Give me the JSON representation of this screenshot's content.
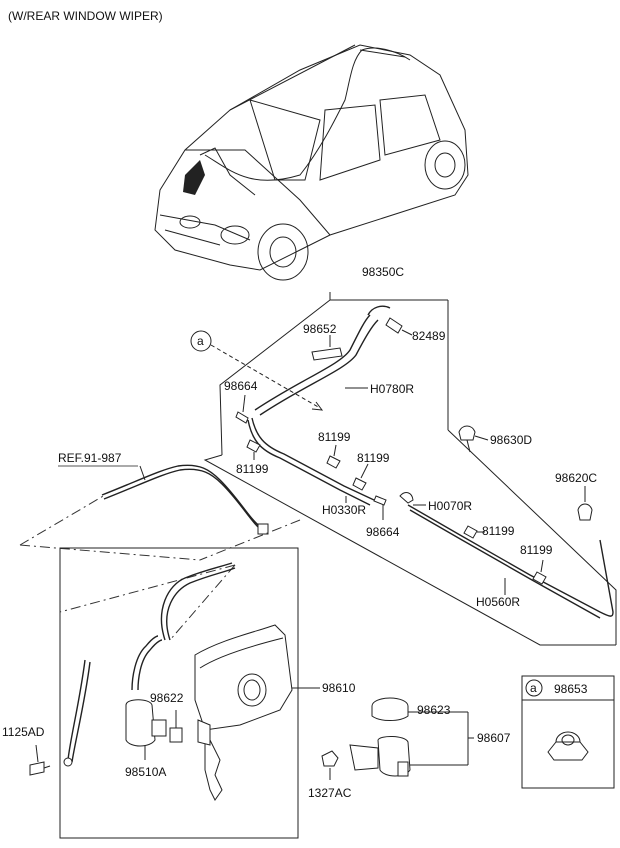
{
  "header": {
    "title": "(W/REAR WINDOW WIPER)"
  },
  "reference": {
    "label": "REF.91-987"
  },
  "parts": {
    "p98350C": "98350C",
    "p98652": "98652",
    "p82489": "82489",
    "p98664a": "98664",
    "pH0780R": "H0780R",
    "p81199a": "81199",
    "p81199b": "81199",
    "p81199c": "81199",
    "p98630D": "98630D",
    "p98620C": "98620C",
    "pH0330R": "H0330R",
    "pH0070R": "H0070R",
    "p98664b": "98664",
    "p81199d": "81199",
    "p81199e": "81199",
    "pH0560R": "H0560R",
    "p98610": "98610",
    "p98622": "98622",
    "p98623": "98623",
    "p98607": "98607",
    "p1125AD": "1125AD",
    "p98510A": "98510A",
    "p1327AC": "1327AC"
  },
  "callout": {
    "marker": "a",
    "marker_inset": "a",
    "part": "98653"
  }
}
